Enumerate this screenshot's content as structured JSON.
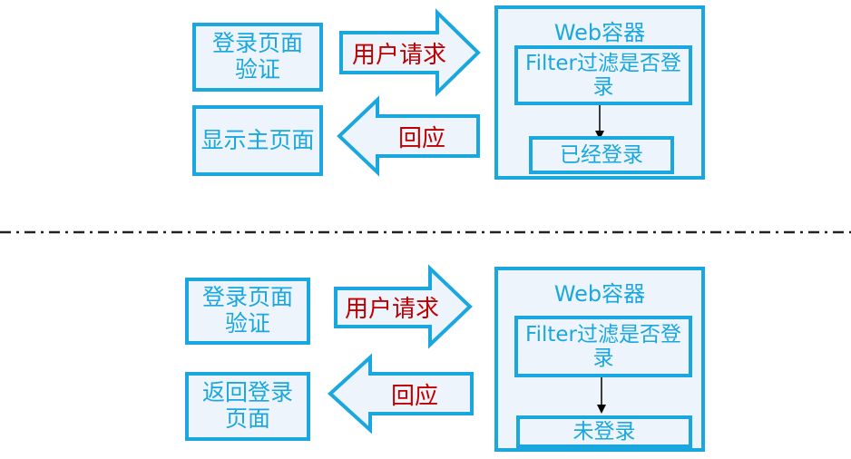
{
  "top": {
    "left_top_box": "登录页面\n验证",
    "left_bottom_box": "显示主页面",
    "request_label": "用户请求",
    "response_label": "回应",
    "container_title": "Web容器",
    "filter_box": "Filter过滤是否登录",
    "result_box": "已经登录"
  },
  "bottom": {
    "left_top_box": "登录页面\n验证",
    "left_bottom_box": "返回登录\n页面",
    "request_label": "用户请求",
    "response_label": "回应",
    "container_title": "Web容器",
    "filter_box": "Filter过滤是否登录",
    "result_box": "未登录"
  },
  "colors": {
    "border": "#1aa7e0",
    "fill": "#eef4fb",
    "text": "#1aa7e0",
    "arrow_label": "#c00000"
  }
}
